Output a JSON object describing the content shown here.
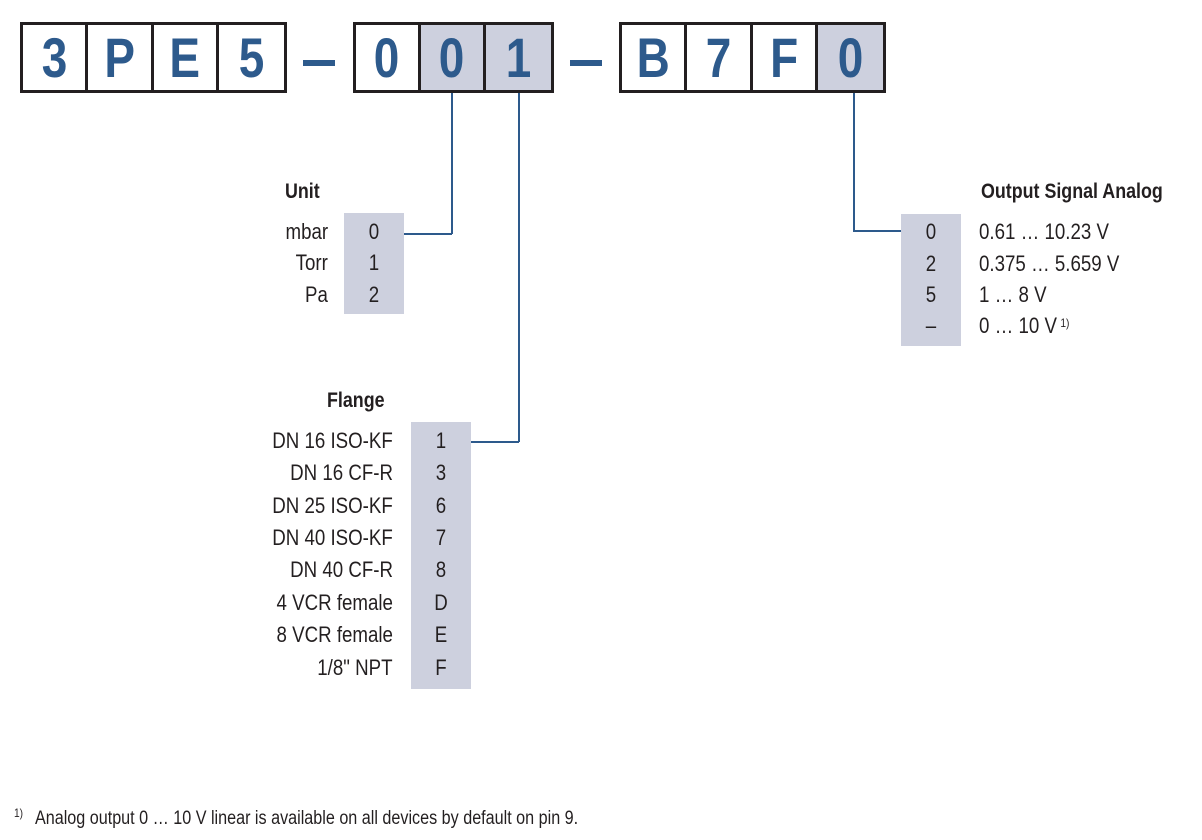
{
  "product_code": {
    "groups": [
      {
        "cells": [
          {
            "char": "3",
            "highlighted": false
          },
          {
            "char": "P",
            "highlighted": false
          },
          {
            "char": "E",
            "highlighted": false
          },
          {
            "char": "5",
            "highlighted": false
          }
        ]
      },
      {
        "cells": [
          {
            "char": "0",
            "highlighted": false
          },
          {
            "char": "0",
            "highlighted": true
          },
          {
            "char": "1",
            "highlighted": true
          }
        ]
      },
      {
        "cells": [
          {
            "char": "B",
            "highlighted": false
          },
          {
            "char": "7",
            "highlighted": false
          },
          {
            "char": "F",
            "highlighted": false
          },
          {
            "char": "0",
            "highlighted": true
          }
        ]
      }
    ],
    "separator": "–",
    "highlight_color": "#cdd0de",
    "text_color": "#2d5a8c"
  },
  "unit": {
    "title": "Unit",
    "rows": [
      {
        "label": "mbar",
        "code": "0"
      },
      {
        "label": "Torr",
        "code": "1"
      },
      {
        "label": "Pa",
        "code": "2"
      }
    ]
  },
  "flange": {
    "title": "Flange",
    "rows": [
      {
        "label": "DN 16 ISO-KF",
        "code": "1"
      },
      {
        "label": "DN 16 CF-R",
        "code": "3"
      },
      {
        "label": "DN 25 ISO-KF",
        "code": "6"
      },
      {
        "label": "DN 40 ISO-KF",
        "code": "7"
      },
      {
        "label": "DN 40 CF-R",
        "code": "8"
      },
      {
        "label": "4 VCR female",
        "code": "D"
      },
      {
        "label": "8 VCR female",
        "code": "E"
      },
      {
        "label": "1/8\" NPT",
        "code": "F"
      }
    ]
  },
  "output_signal": {
    "title": "Output Signal Analog",
    "rows": [
      {
        "code": "0",
        "desc": "0.61 … 10.23 V",
        "footnote": ""
      },
      {
        "code": "2",
        "desc": "0.375 … 5.659 V",
        "footnote": ""
      },
      {
        "code": "5",
        "desc": "1 … 8 V",
        "footnote": ""
      },
      {
        "code": "–",
        "desc": "0 … 10 V",
        "footnote": "1)"
      }
    ]
  },
  "footnote": {
    "mark": "1)",
    "text": "Analog output 0 … 10 V linear is available on all devices by default on pin 9."
  }
}
